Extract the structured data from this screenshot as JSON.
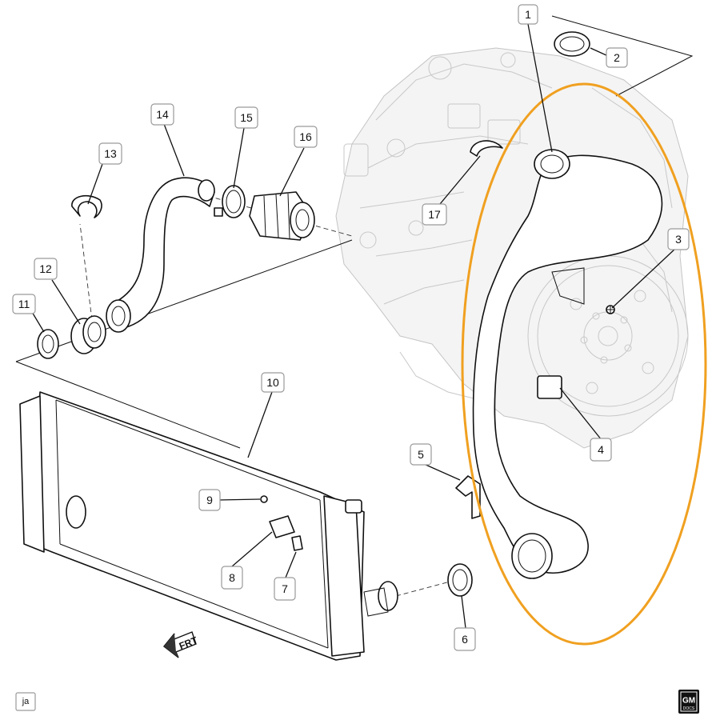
{
  "callouts": [
    {
      "id": "1",
      "label": "1"
    },
    {
      "id": "2",
      "label": "2"
    },
    {
      "id": "3",
      "label": "3"
    },
    {
      "id": "4",
      "label": "4"
    },
    {
      "id": "5",
      "label": "5"
    },
    {
      "id": "6",
      "label": "6"
    },
    {
      "id": "7",
      "label": "7"
    },
    {
      "id": "8",
      "label": "8"
    },
    {
      "id": "9",
      "label": "9"
    },
    {
      "id": "10",
      "label": "10"
    },
    {
      "id": "11",
      "label": "11"
    },
    {
      "id": "12",
      "label": "12"
    },
    {
      "id": "13",
      "label": "13"
    },
    {
      "id": "14",
      "label": "14"
    },
    {
      "id": "15",
      "label": "15"
    },
    {
      "id": "16",
      "label": "16"
    },
    {
      "id": "17",
      "label": "17"
    }
  ],
  "direction_label": "FRT",
  "corner_label": "ja",
  "logo_text": "GM",
  "logo_subtext": "DOCS",
  "colors": {
    "highlight": "#f0a020",
    "line": "#111111",
    "engine": "#c8c8c8"
  },
  "icons": {
    "direction": "front-direction-arrow-icon",
    "logo": "gm-logo-icon"
  }
}
